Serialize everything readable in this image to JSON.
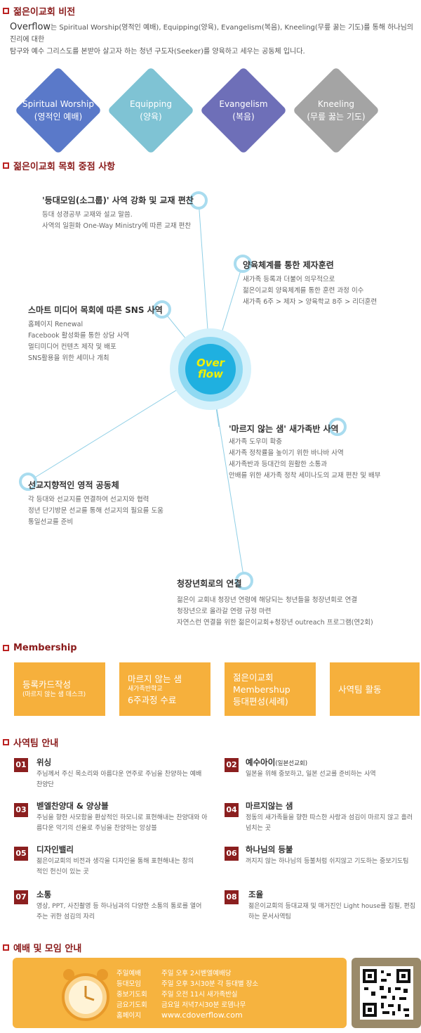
{
  "vision": {
    "title": "젊은이교회 비전",
    "desc_brand": "Overflow",
    "desc_line1": "는 Spiritual Worship(영적인 예배), Equipping(양육), Evangelism(복음), Kneeling(무릎 꿇는 기도)를 통해 하나님의 진리에 대한",
    "desc_line2": "탐구와 예수 그리스도를 본받아 살고자 하는 청년 구도자(Seeker)를 양육하고 세우는 공동체 입니다.",
    "diamonds": [
      {
        "en": "Spiritual Worship",
        "ko": "(영적인 예배)",
        "color": "#5a79c9"
      },
      {
        "en": "Equipping",
        "ko": "(양육)",
        "color": "#7fc3d4"
      },
      {
        "en": "Evangelism",
        "ko": "(복음)",
        "color": "#6e6fb8"
      },
      {
        "en": "Kneeling",
        "ko": "(무릎 꿇는 기도)",
        "color": "#a4a4a4"
      }
    ]
  },
  "focus": {
    "title": "젊은이교회 목회 중점 사항",
    "center_logo": "Over flow",
    "nodes": [
      {
        "title": "'등대모임(소그룹)' 사역 강화 및 교재 편찬",
        "lines": [
          "등대 성경공부 교재와 설교 말씀.",
          "사역의 일원화 One-Way Ministry에 따른 교재 편찬"
        ]
      },
      {
        "title": "양육체계를 통한 제자훈련",
        "lines": [
          "새가족 등록과 더불어 의무적으로",
          "젊은이교회 양육체계를 통한 훈련 과정 이수",
          "새가족 6주 > 제자 > 양육학교 8주 > 리더훈련"
        ]
      },
      {
        "title": "스마트 미디어 목회에 따른 SNS 사역",
        "lines": [
          "홈페이지 Renewal",
          "Facebook 활성화를 통한 상담 사역",
          "멀티미디어 컨텐츠 제작 및 배포",
          "SNS활용을 위한 세미나 개최"
        ]
      },
      {
        "title": "'마르지 않는 샘' 새가족반 사역",
        "lines": [
          "새가족 도우미 확충",
          "새가족 정착률을 높이기 위한 바나바 사역",
          "새가족반과 등대간의 원활한 소통과",
          "안배를 위한 새가족 정착 세미나도의 교재 편찬 및 배부"
        ]
      },
      {
        "title": "선교지향적인 영적 공동체",
        "lines": [
          "각 등대와 선교지를 연결하여 선교지와 협력",
          "정년 단기방문 선교를 통해 선교지의 필요를 도움",
          "통일선교를 준비"
        ]
      },
      {
        "title": "청장년회로의 연결",
        "lines": [
          "젊은이 교회내 청장년 연령에 해당되는 청년들을 청장년회로 연결",
          "청장년으로 올라갈 연령 규정 마련",
          "자연스런 연결을 위한 젊은이교회+청장년 outreach 프로그램(연2회)"
        ]
      }
    ]
  },
  "membership": {
    "title": "Membership",
    "steps": [
      {
        "big": "등록카드작성",
        "small": "(마르지 않는 샘 데스크)"
      },
      {
        "big": "마르지 않는 샘",
        "small": "새가족반학교",
        "big2": "6주과정 수료"
      },
      {
        "big": "젊은이교회",
        "big2": "Membershup",
        "big3": "등대편성(세례)"
      },
      {
        "big": "사역팀 활동"
      }
    ]
  },
  "teams": {
    "title": "사역팀 안내",
    "items": [
      {
        "num": "01",
        "name": "위싱",
        "sub": "",
        "desc": "주님께서 주신 목소리와 아름다운 연주로 주님을 찬양하는 예배찬양단"
      },
      {
        "num": "02",
        "name": "예수아이",
        "sub": "(일본선교회)",
        "desc": "일본을 위해 중보하고, 일본 선교를 준비하는 사역"
      },
      {
        "num": "03",
        "name": "벧엘찬양대 & 양상블",
        "sub": "",
        "desc": "주님을 향한 사모함을 환상적인 하모니로 표현해내는 찬양대와 아름다운 악기의 선율로 주님을 찬양하는 앙상블"
      },
      {
        "num": "04",
        "name": "마르지않는 샘",
        "sub": "",
        "desc": "정동의 새가족들을 향한 따스한 사랑과 섬김이 마르지 않고 흘러 넘치는 곳"
      },
      {
        "num": "05",
        "name": "디자인밸리",
        "sub": "",
        "desc": "젊은이교회의 비전과 생각을 디자인을 통해 표현해내는 창의적인 헌신이 있는 곳"
      },
      {
        "num": "06",
        "name": "하나님의 등불",
        "sub": "",
        "desc": "꺼지지 않는 하나님의 등불처럼 쉬지않고 기도하는 중보기도팀"
      },
      {
        "num": "07",
        "name": "소통",
        "sub": "",
        "desc": "영상, PPT, 사진촬영 등 하나님과의 다양한 소통의 통로를 열어주는 귀한 섬김의 자리"
      },
      {
        "num": "08",
        "name": "조율",
        "sub": "",
        "desc": "젊은이교회의 등대교재 및 매거진인 Light house를 집필, 편집하는 문서사역팀"
      }
    ]
  },
  "worship": {
    "title": "예배 및 모임 안내",
    "rows": [
      {
        "label": "주일예배",
        "value": "주일 오후 2시벧엘예배당"
      },
      {
        "label": "등대모임",
        "value": "주일 오후 3시30분 각 등대별 장소"
      },
      {
        "label": "중보기도회",
        "value": "주일 오전 11시 새가족반실"
      },
      {
        "label": "금요기도회",
        "value": "금요일 저녁7시30분 로뎀나무"
      },
      {
        "label": "홈페이지",
        "value": "www.cdoverflow.com"
      }
    ]
  }
}
